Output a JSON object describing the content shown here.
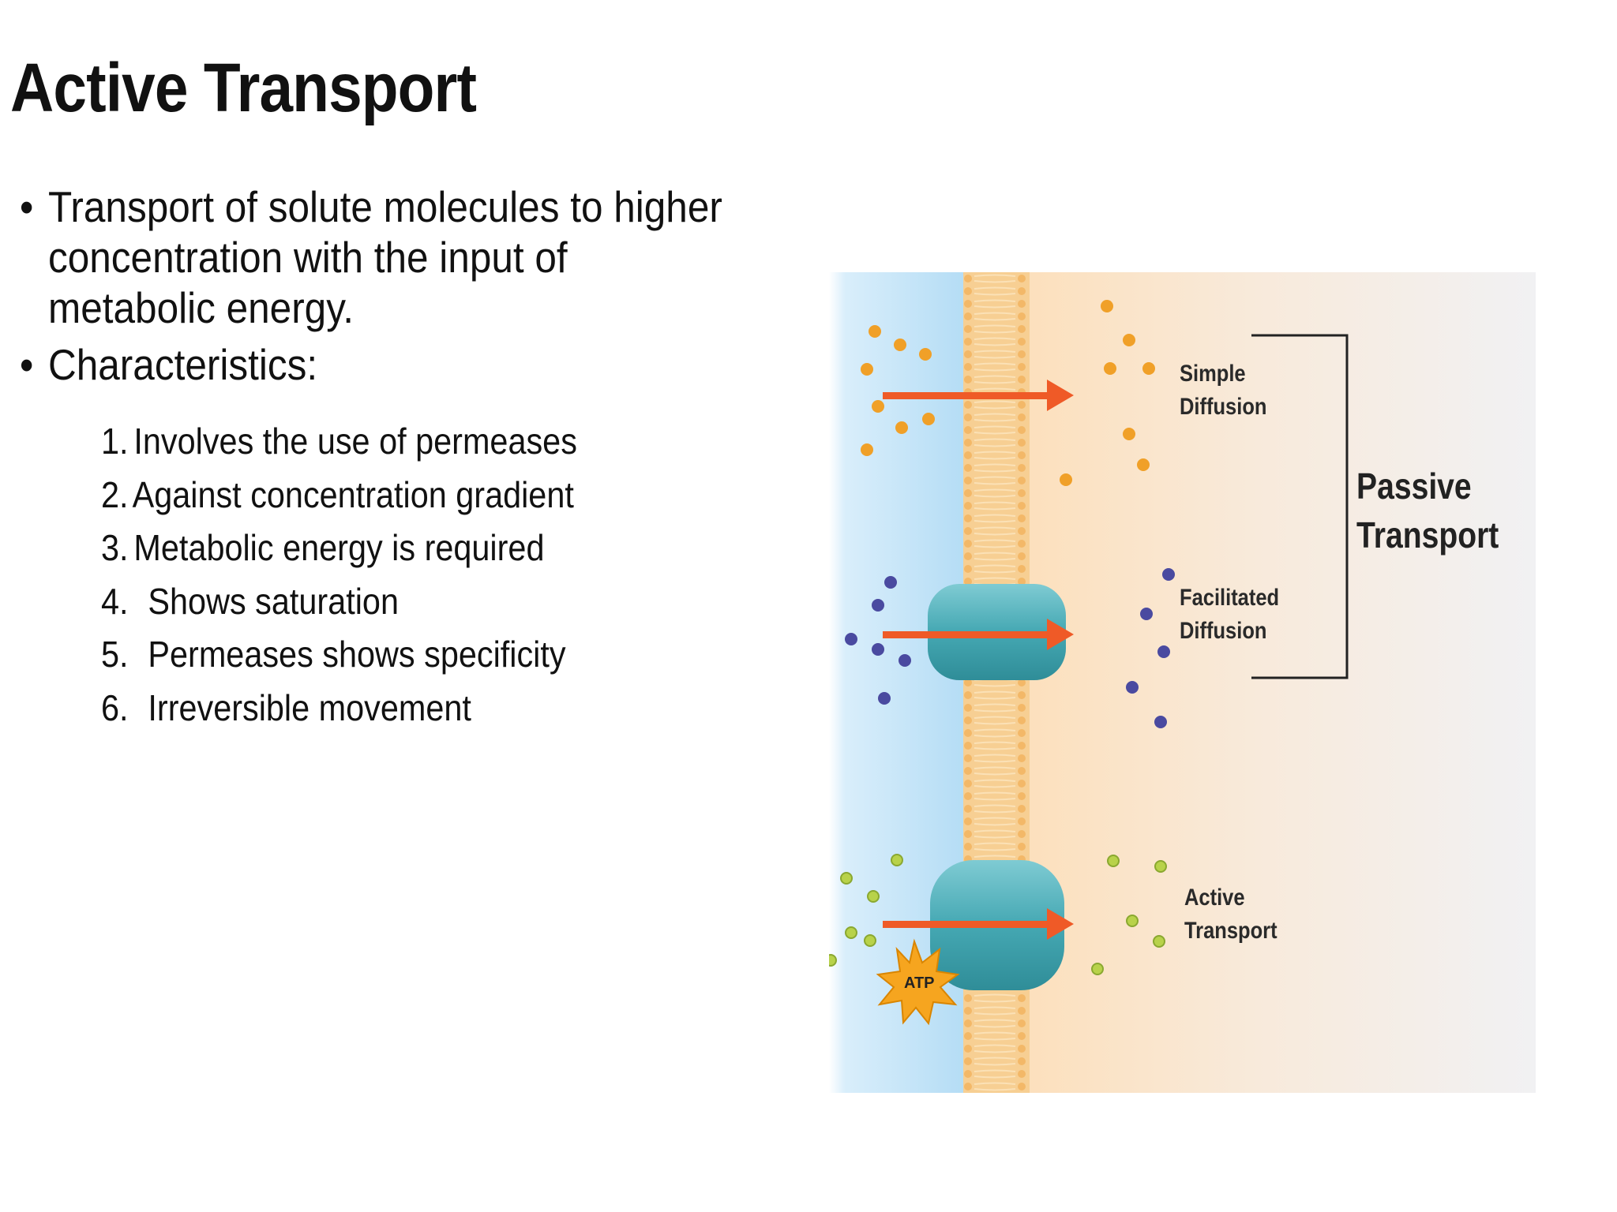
{
  "slide": {
    "title": "Active Transport",
    "bullets": [
      {
        "marker": "•",
        "text": "Transport of solute molecules to higher concentration with the input of metabolic energy."
      },
      {
        "marker": "•",
        "text": "Characteristics:"
      }
    ],
    "characteristics": [
      {
        "num": "1.",
        "text": "Involves the use of permeases"
      },
      {
        "num": "2.",
        "text": "Against concentration gradient"
      },
      {
        "num": "3.",
        "text": "Metabolic energy is required"
      },
      {
        "num": "4.",
        "text": "Shows saturation"
      },
      {
        "num": "5.",
        "text": "Permeases shows specificity"
      },
      {
        "num": "6.",
        "text": "Irreversible movement"
      }
    ]
  },
  "diagram": {
    "labels": {
      "simple_1": "Simple",
      "simple_2": "Diffusion",
      "facilitated_1": "Facilitated",
      "facilitated_2": "Diffusion",
      "active_1": "Active",
      "active_2": "Transport",
      "passive_1": "Passive",
      "passive_2": "Transport",
      "atp": "ATP"
    },
    "colors": {
      "outside": "#bfe2f7",
      "inside": "#fbe3c2",
      "membrane": "#f6c98a",
      "arrow": "#ef5a27",
      "protein": "#3fa6b1",
      "simple_molecule": "#f0a028",
      "facilitated_molecule": "#4a4aa0",
      "active_molecule": "#b8d24a",
      "atp_burst": "#f6a51f"
    }
  }
}
